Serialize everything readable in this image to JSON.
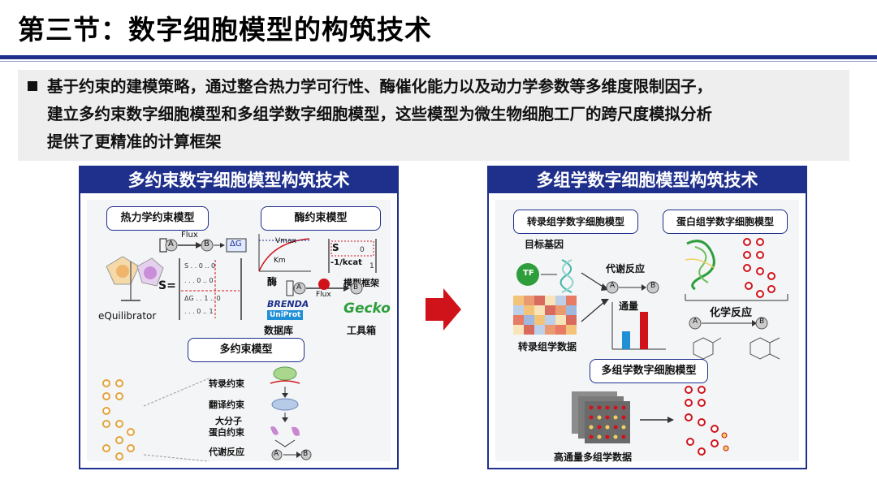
{
  "title": "第三节：数字细胞模型的构筑技术",
  "bullet": {
    "line1": "基于约束的建模策略，通过整合热力学可行性、酶催化能力以及动力学参数等多维度限制因子，",
    "line2": "建立多约束数字细胞模型和多组学数字细胞模型，这些模型为微生物细胞工厂的跨尺度模拟分析",
    "line3": "提供了更精准的计算框架"
  },
  "left_panel": {
    "heading": "多约束数字细胞模型构筑技术",
    "thermo_title": "热力学约束模型",
    "enzyme_title": "酶约束模型",
    "multi_title": "多约束模型",
    "flux": "Flux",
    "node_a": "A",
    "node_b": "B",
    "delta_g": "ΔG",
    "s_label": "S",
    "s_eq": "S=",
    "vmax": "Vmax",
    "km": "Km",
    "kcat": "-1/kcat",
    "equilibrator": "eQuilibrator",
    "enzyme": "酶",
    "model_frame": "模型框架",
    "database": "数据库",
    "toolbox": "工具箱",
    "brenda": "BRENDA",
    "uniprot": "UniProt",
    "gecko": "Gecko",
    "transcription": "转录约束",
    "translation": "翻译约束",
    "macro1": "大分子",
    "macro2": "蛋白约束",
    "metabolic": "代谢反应"
  },
  "right_panel": {
    "heading": "多组学数字细胞模型构筑技术",
    "transcriptome_model": "转录组学数字细胞模型",
    "proteome_model": "蛋白组学数字细胞模型",
    "target_gene": "目标基因",
    "tf": "TF",
    "metabolic": "代谢反应",
    "flux": "通量",
    "chem_reaction": "化学反应",
    "transcriptome_data": "转录组学数据",
    "multiomics_model": "多组学数字细胞模型",
    "hts_data": "高通量多组学数据",
    "node_a": "A",
    "node_b": "B"
  },
  "colors": {
    "navy": "#1e2f8c",
    "red": "#d0131b",
    "blue": "#1f8fd6",
    "green": "#2e9e3c",
    "orange": "#e5a23a"
  }
}
